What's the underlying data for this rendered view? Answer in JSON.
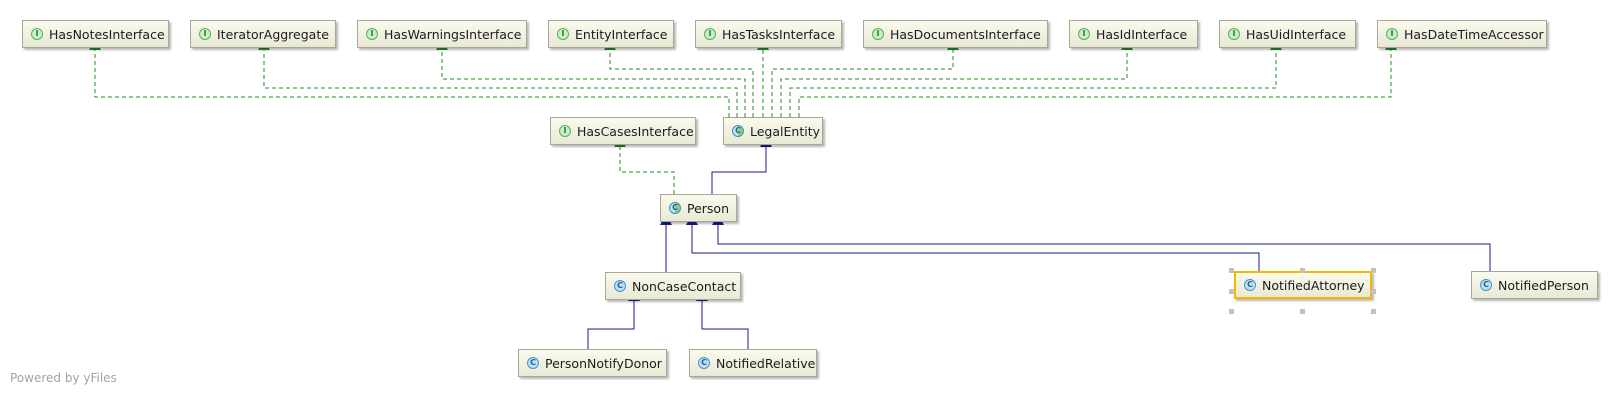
{
  "nodes": {
    "hasNotesInterface": {
      "label": "HasNotesInterface",
      "kind": "interface"
    },
    "iteratorAggregate": {
      "label": "IteratorAggregate",
      "kind": "interface"
    },
    "hasWarningsInterface": {
      "label": "HasWarningsInterface",
      "kind": "interface"
    },
    "entityInterface": {
      "label": "EntityInterface",
      "kind": "interface"
    },
    "hasTasksInterface": {
      "label": "HasTasksInterface",
      "kind": "interface"
    },
    "hasDocumentsInterface": {
      "label": "HasDocumentsInterface",
      "kind": "interface"
    },
    "hasIdInterface": {
      "label": "HasIdInterface",
      "kind": "interface"
    },
    "hasUidInterface": {
      "label": "HasUidInterface",
      "kind": "interface"
    },
    "hasDateTimeAccessor": {
      "label": "HasDateTimeAccessor",
      "kind": "interface"
    },
    "hasCasesInterface": {
      "label": "HasCasesInterface",
      "kind": "interface"
    },
    "legalEntity": {
      "label": "LegalEntity",
      "kind": "abstract-class"
    },
    "person": {
      "label": "Person",
      "kind": "abstract-class"
    },
    "nonCaseContact": {
      "label": "NonCaseContact",
      "kind": "class"
    },
    "notifiedAttorney": {
      "label": "NotifiedAttorney",
      "kind": "class",
      "selected": true
    },
    "notifiedPerson": {
      "label": "NotifiedPerson",
      "kind": "class"
    },
    "personNotifyDonor": {
      "label": "PersonNotifyDonor",
      "kind": "class"
    },
    "notifiedRelative": {
      "label": "NotifiedRelative",
      "kind": "class"
    }
  },
  "badge_letters": {
    "interface": "I",
    "class": "C"
  },
  "colors": {
    "implements_edge": "#2a8a2a",
    "extends_edge": "#1b1b8c",
    "node_border": "#a8a897",
    "selection": "#f5b800"
  },
  "footer": "Powered by yFiles"
}
